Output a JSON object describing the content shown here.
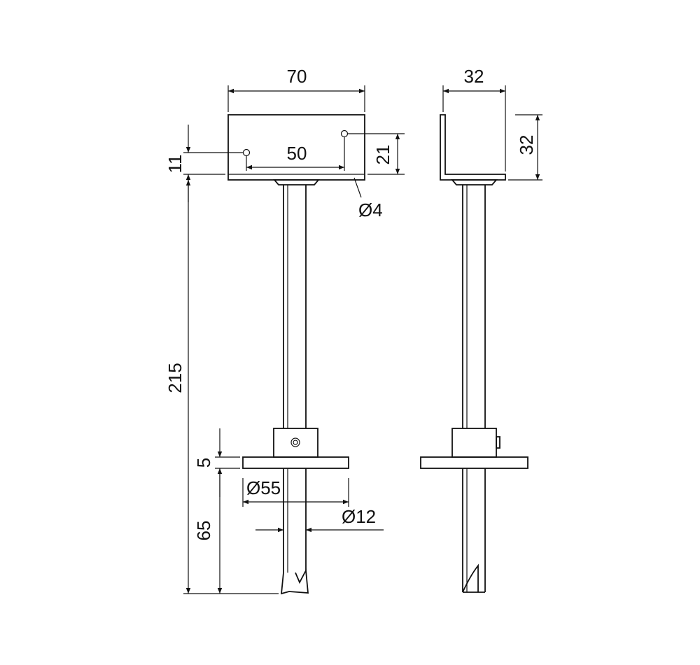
{
  "dimensions": {
    "plate_width": "70",
    "hole_spacing": "50",
    "hole_height": "11",
    "hole_offset_side": "21",
    "hole_diameter": "Ø4",
    "total_height": "215",
    "flange_thickness": "5",
    "flange_diameter": "Ø55",
    "rod_diameter": "Ø12",
    "spike_length": "65",
    "side_width": "32",
    "side_height": "32"
  }
}
